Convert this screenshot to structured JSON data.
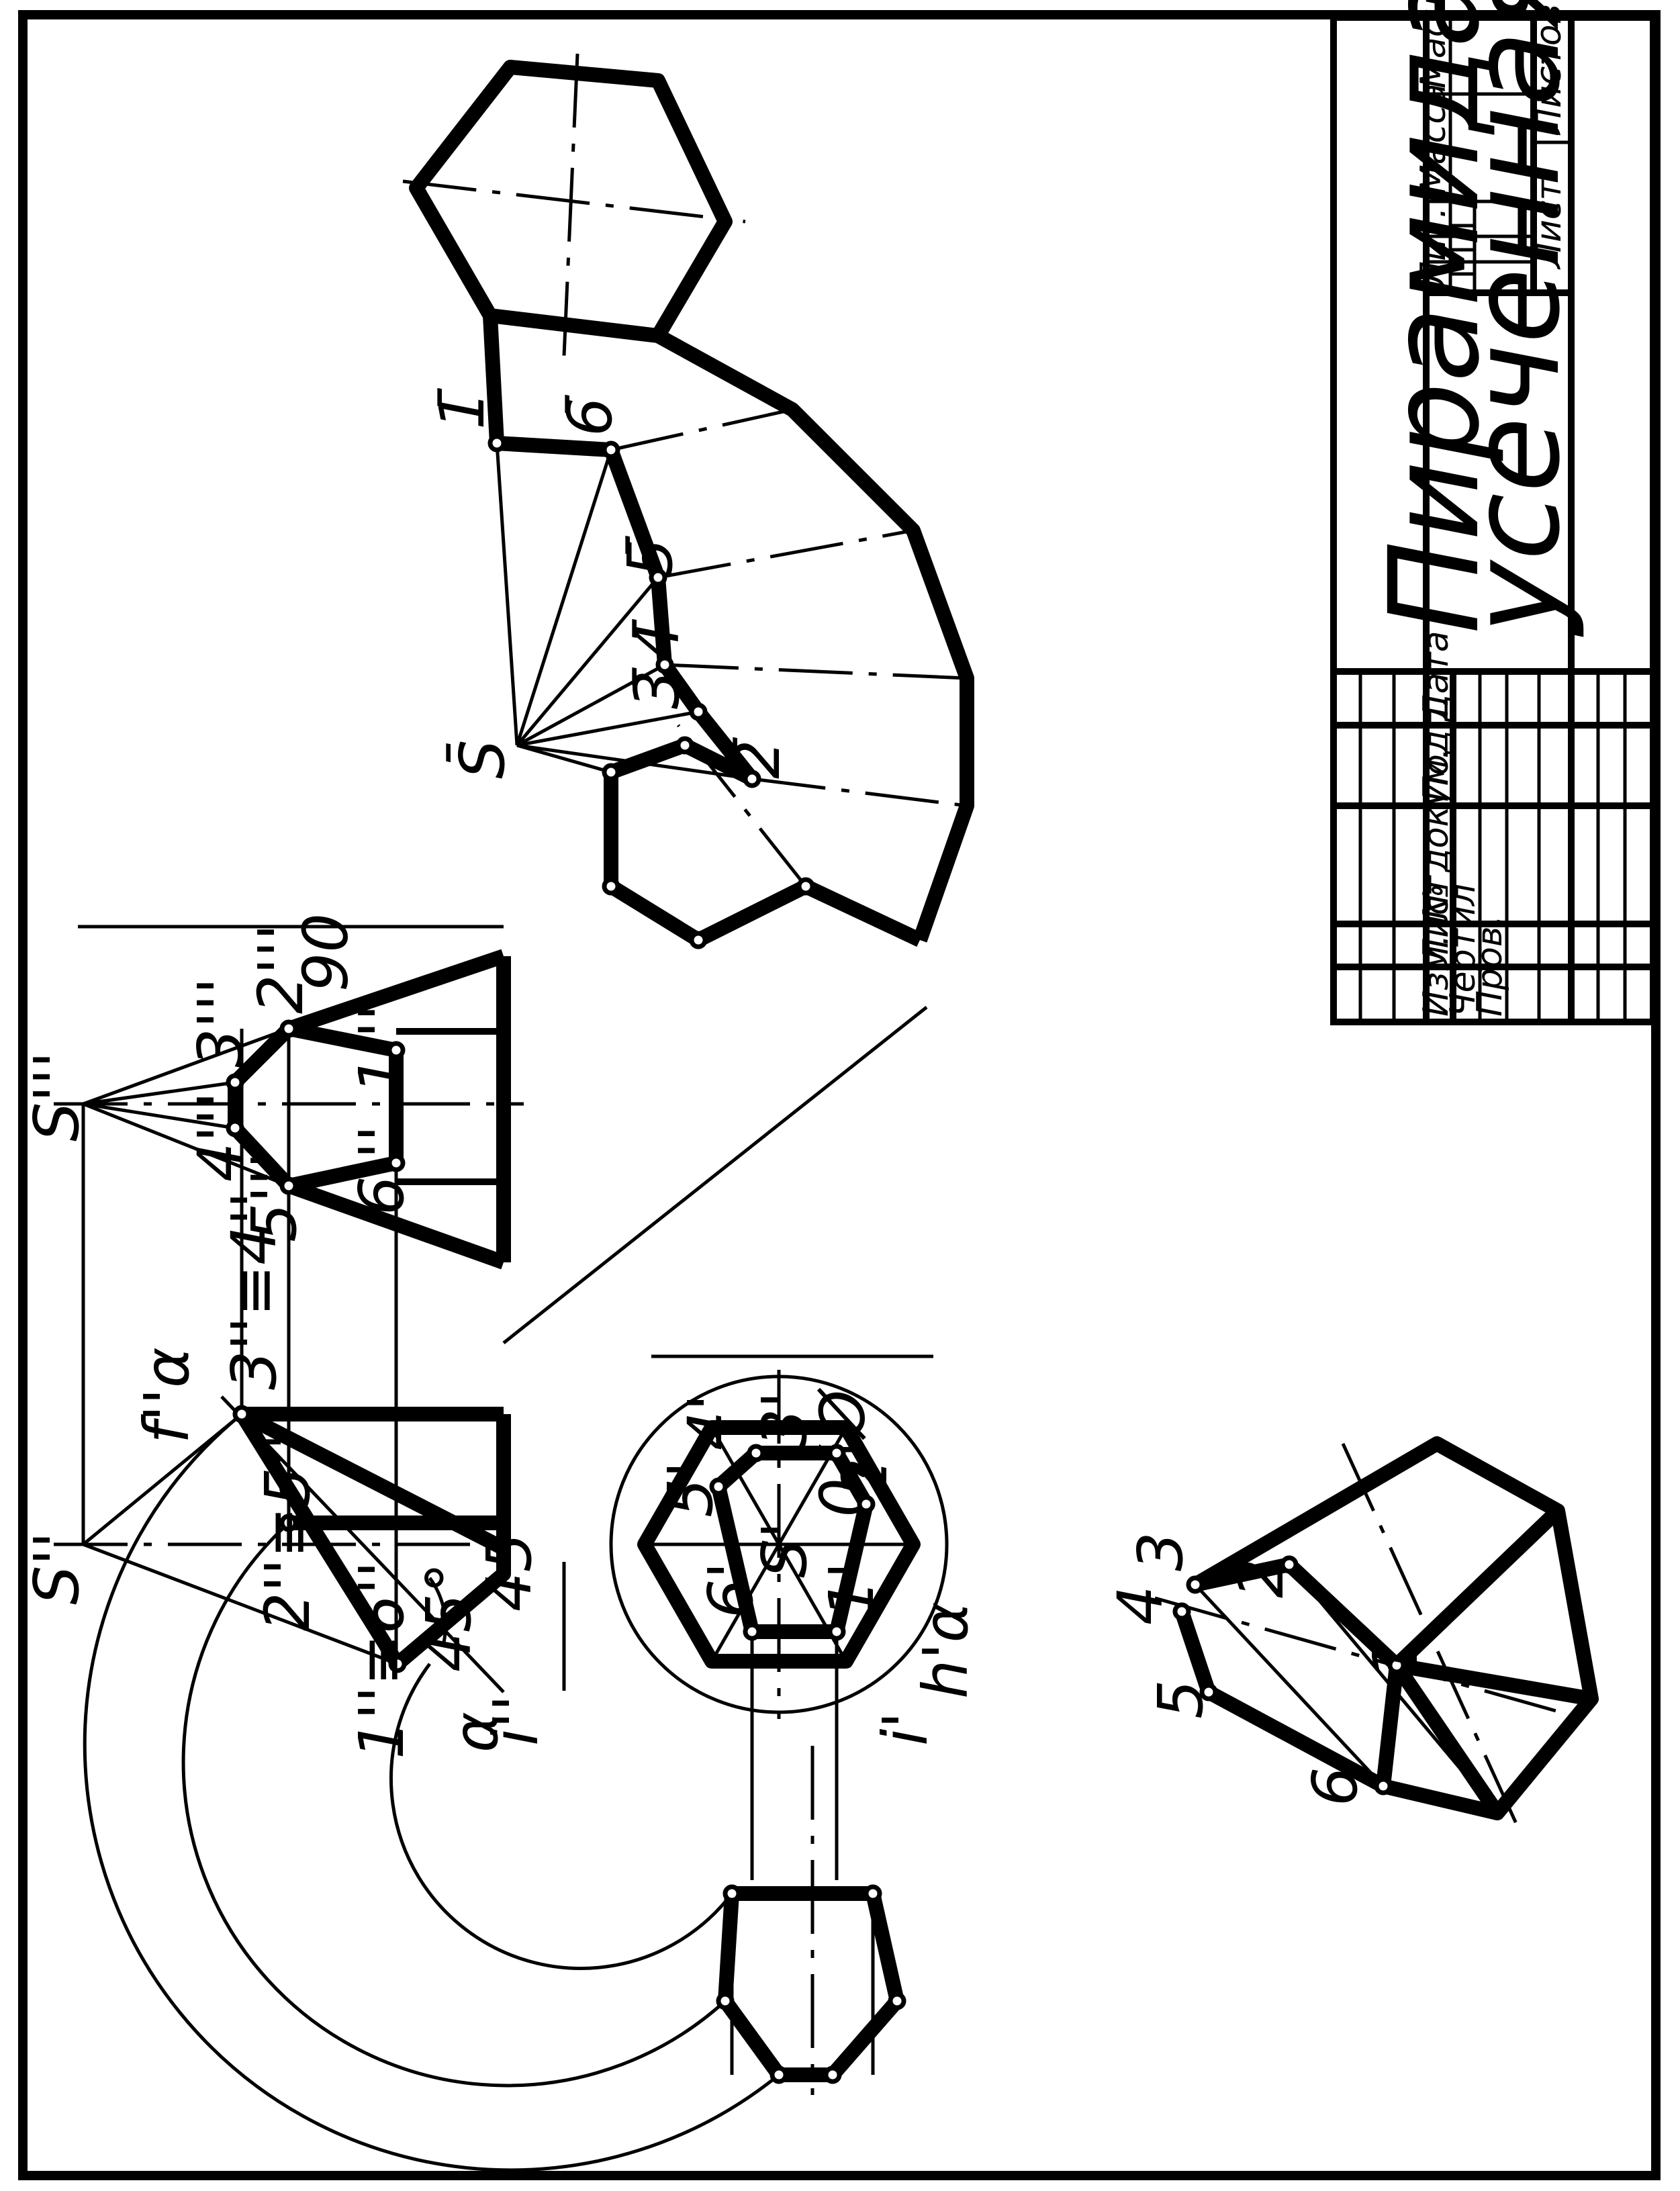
{
  "title_block": {
    "title_line1": "Пирамида",
    "title_line2": "усеченная",
    "col_izm": "Изм.",
    "col_list": "Лист",
    "col_doc": "№ докум.",
    "col_podp": "Подп.",
    "col_data": "Дата",
    "row_chertil": "Чертил",
    "row_prov": "Пров.",
    "lit": "Лит.",
    "massa": "Масса",
    "masshtab": "Масшт.",
    "list": "Лист",
    "listov": "Листов"
  },
  "dimensions": {
    "height": "06",
    "diameter": "Ø70",
    "offset": "45",
    "angle": "45°"
  },
  "labels": {
    "s_front": "S''",
    "s_side": "S'''",
    "s_top": "S'",
    "s_dev": "S̄",
    "f_alpha": "f''α",
    "h_alpha": "h'α",
    "alpha": "α",
    "i_front": "i''",
    "i_top": "i'",
    "p34_front": "3''≡4''",
    "p25_front": "2''≡5''",
    "p16_front": "1''≡6''",
    "p1_side": "1'''",
    "p2_side": "2'''",
    "p3_side": "3'''",
    "p4_side": "4'''",
    "p5_side": "5'''",
    "p6_side": "6'''",
    "p1_top": "1'",
    "p2_top": "2'",
    "p3_top": "3'",
    "p4_top": "4'",
    "p5_top": "5'",
    "p6_top": "6'",
    "t1": "1̄",
    "t2": "2̄",
    "t3": "3̄",
    "t4": "4̄",
    "t5": "5̄",
    "t6": "6̄",
    "i1": "1",
    "i2": "2",
    "i3": "3",
    "i4": "4",
    "i5": "5",
    "i6": "6"
  }
}
